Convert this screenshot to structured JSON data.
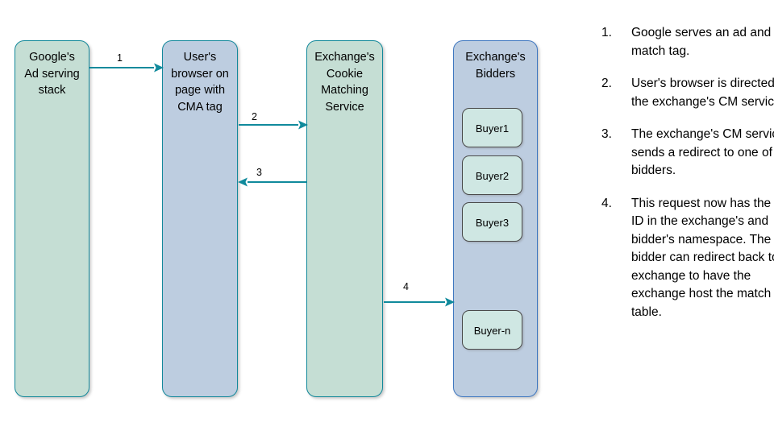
{
  "diagram": {
    "type": "flow-diagram",
    "title_visible": false,
    "colors": {
      "green_fill": "#c5ded4",
      "green_border": "#12889a",
      "blue_fill": "#bdcde0",
      "blue_border": "#3f77c0",
      "buyer_fill": "#cfe7e3",
      "buyer_border": "#4a4a4a",
      "arrow": "#108a9c",
      "text": "#000000",
      "background": "#ffffff"
    },
    "nodes": [
      {
        "id": "google",
        "label": "Google's\nAd serving\nstack",
        "style": "green"
      },
      {
        "id": "browser",
        "label": "User's\nbrowser on\npage with\nCMA tag",
        "style": "blue"
      },
      {
        "id": "cms",
        "label": "Exchange's\nCookie\nMatching\nService",
        "style": "green"
      },
      {
        "id": "bidders",
        "label": "Exchange's\nBidders",
        "style": "blue"
      }
    ],
    "buyers": [
      {
        "id": "buyer-1",
        "label": "Buyer1"
      },
      {
        "id": "buyer-2",
        "label": "Buyer2"
      },
      {
        "id": "buyer-3",
        "label": "Buyer3"
      },
      {
        "id": "buyer-n",
        "label": "Buyer-n"
      }
    ],
    "arrows": [
      {
        "id": "arrow-1",
        "label": "1",
        "from": "google",
        "to": "browser",
        "direction": "right"
      },
      {
        "id": "arrow-2",
        "label": "2",
        "from": "browser",
        "to": "cms",
        "direction": "right"
      },
      {
        "id": "arrow-3",
        "label": "3",
        "from": "cms",
        "to": "browser",
        "direction": "left"
      },
      {
        "id": "arrow-4",
        "label": "4",
        "from": "cms",
        "to": "bidders",
        "direction": "right"
      }
    ]
  },
  "steps": [
    {
      "number": "1.",
      "text": "Google serves an ad and a match tag."
    },
    {
      "number": "2.",
      "text": "User's browser is directed to the exchange's CM service."
    },
    {
      "number": "3.",
      "text": "The exchange's CM service sends a redirect to one of its bidders."
    },
    {
      "number": "4.",
      "text": "This request now has the User ID in the exchange's and bidder's namespace. The bidder can redirect back to the exchange to have the exchange host the match table."
    }
  ]
}
